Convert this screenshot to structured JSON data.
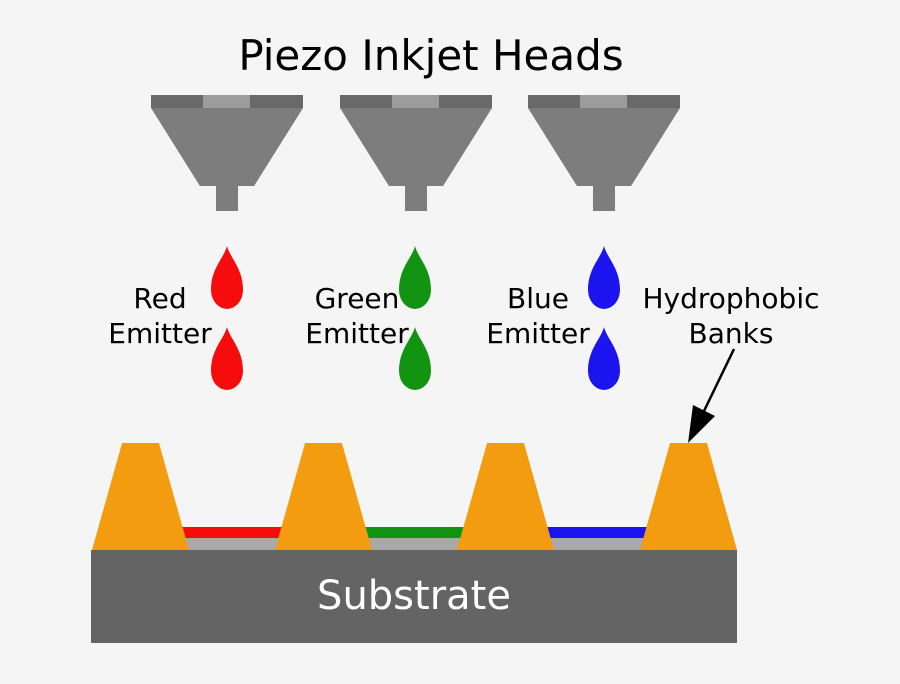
{
  "title": "Piezo Inkjet Heads",
  "heads": {
    "count": 3,
    "description": "gray funnel print head with reservoir bar, center inlet, funnel body and nozzle stem"
  },
  "emitters": [
    {
      "label_line1": "Red",
      "label_line2": "Emitter",
      "color": "#F60C0C",
      "droplets": 2
    },
    {
      "label_line1": "Green",
      "label_line2": "Emitter",
      "color": "#129412",
      "droplets": 2
    },
    {
      "label_line1": "Blue",
      "label_line2": "Emitter",
      "color": "#1B14EE",
      "droplets": 2
    }
  ],
  "annotation": {
    "line1": "Hydrophobic",
    "line2": "Banks"
  },
  "banks": {
    "count": 4,
    "color": "#F39C0F"
  },
  "substrate": {
    "label": "Substrate"
  },
  "colors": {
    "background": "#F5F5F5",
    "head-body": "#7D7D7D",
    "head-bar": "#696969",
    "head-bar-light": "#9C9C9C",
    "red": "#F60C0C",
    "green": "#129412",
    "blue": "#1B14EE",
    "orange": "#F39C0F",
    "bank-base-gray": "#A9A9A9",
    "substrate-gray": "#646464",
    "text": "#000000",
    "substrate-text": "#FFFFFF"
  }
}
